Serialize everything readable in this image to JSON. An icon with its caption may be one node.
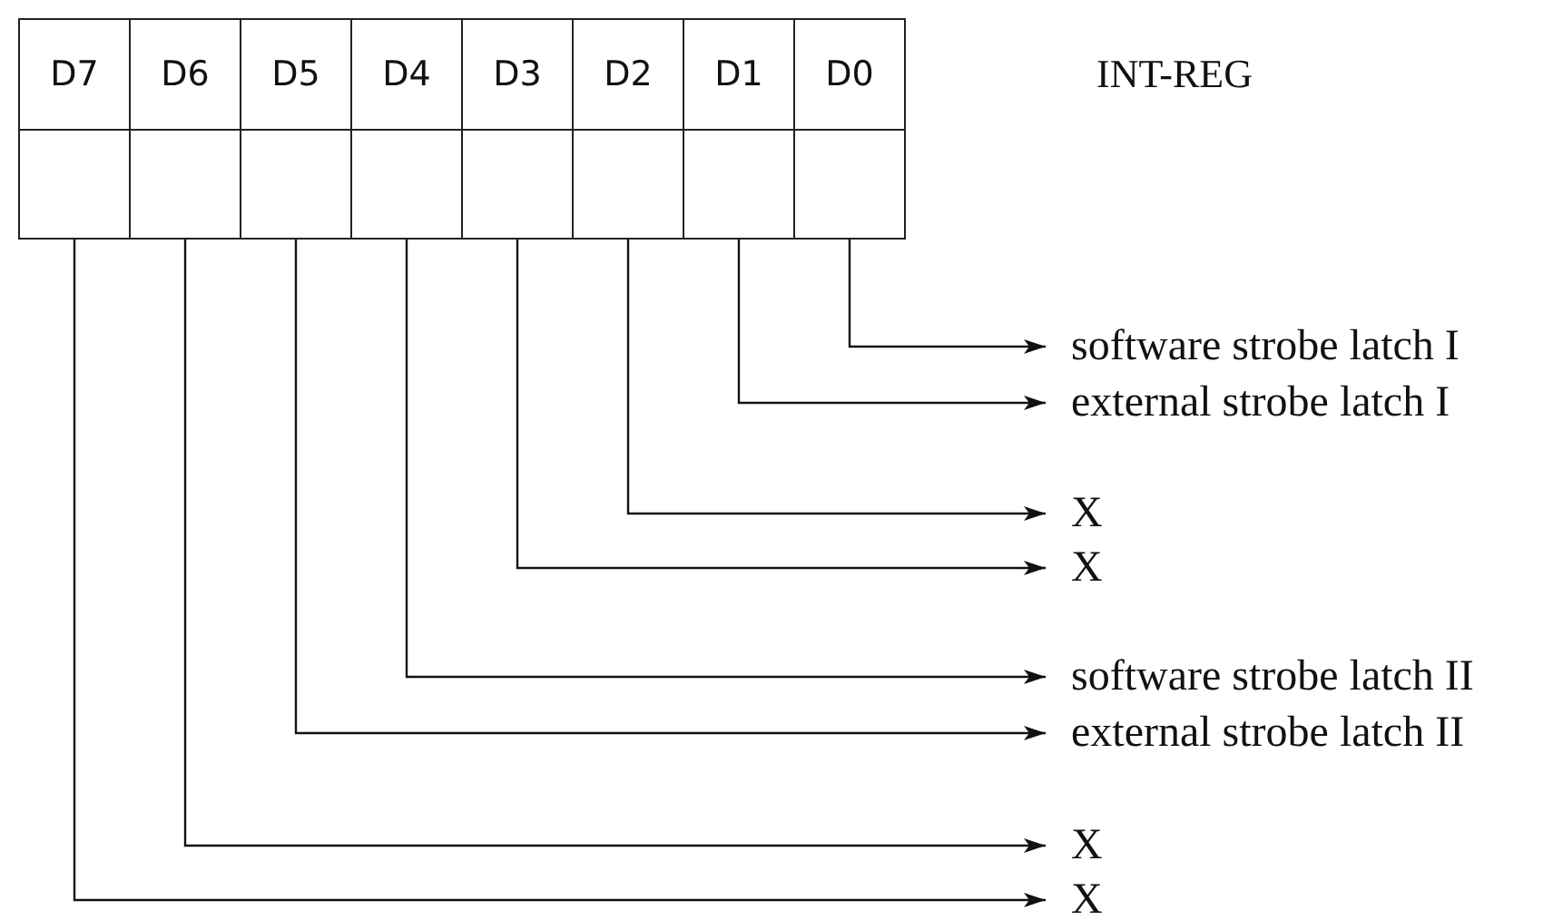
{
  "diagram": {
    "nodes": [
      {
        "text": [
          "D7"
        ]
      },
      {
        "text": [
          "D6"
        ]
      },
      {
        "text": [
          "D5"
        ]
      },
      {
        "text": [
          "D4"
        ]
      },
      {
        "text": [
          "D3"
        ]
      },
      {
        "text": [
          "D2"
        ]
      },
      {
        "text": [
          "D1"
        ]
      },
      {
        "text": [
          "D0"
        ]
      },
      {
        "text": [],
        "shape": "box"
      },
      {
        "text": [],
        "shape": "box"
      },
      {
        "text": [],
        "shape": "box"
      },
      {
        "text": [],
        "shape": "box"
      },
      {
        "text": [],
        "shape": "box"
      },
      {
        "text": [],
        "shape": "box"
      },
      {
        "text": [],
        "shape": "box"
      },
      {
        "text": [],
        "shape": "box"
      },
      {
        "text": [
          "software strobe latch I"
        ]
      },
      {
        "text": [
          "external strobe latch I"
        ]
      },
      {
        "text": [
          "X"
        ]
      },
      {
        "text": [
          "X"
        ]
      },
      {
        "text": [
          "software strobe latch II"
        ]
      },
      {
        "text": [
          "external strobe latch II"
        ]
      },
      {
        "text": [
          "X"
        ]
      },
      {
        "text": [
          "X"
        ]
      }
    ],
    "edges": [
      {
        "from": 15,
        "to": 16,
        "arrow": "to"
      },
      {
        "from": 14,
        "to": 17,
        "arrow": "to"
      },
      {
        "from": 13,
        "to": 18,
        "arrow": "to"
      },
      {
        "from": 12,
        "to": 19,
        "arrow": "to"
      },
      {
        "from": 11,
        "to": 20,
        "arrow": "to"
      },
      {
        "from": 10,
        "to": 21,
        "arrow": "to"
      },
      {
        "from": 9,
        "to": 22,
        "arrow": "to"
      },
      {
        "from": 8,
        "to": 23,
        "arrow": "to"
      }
    ],
    "labels": [
      "INT-REG"
    ]
  }
}
